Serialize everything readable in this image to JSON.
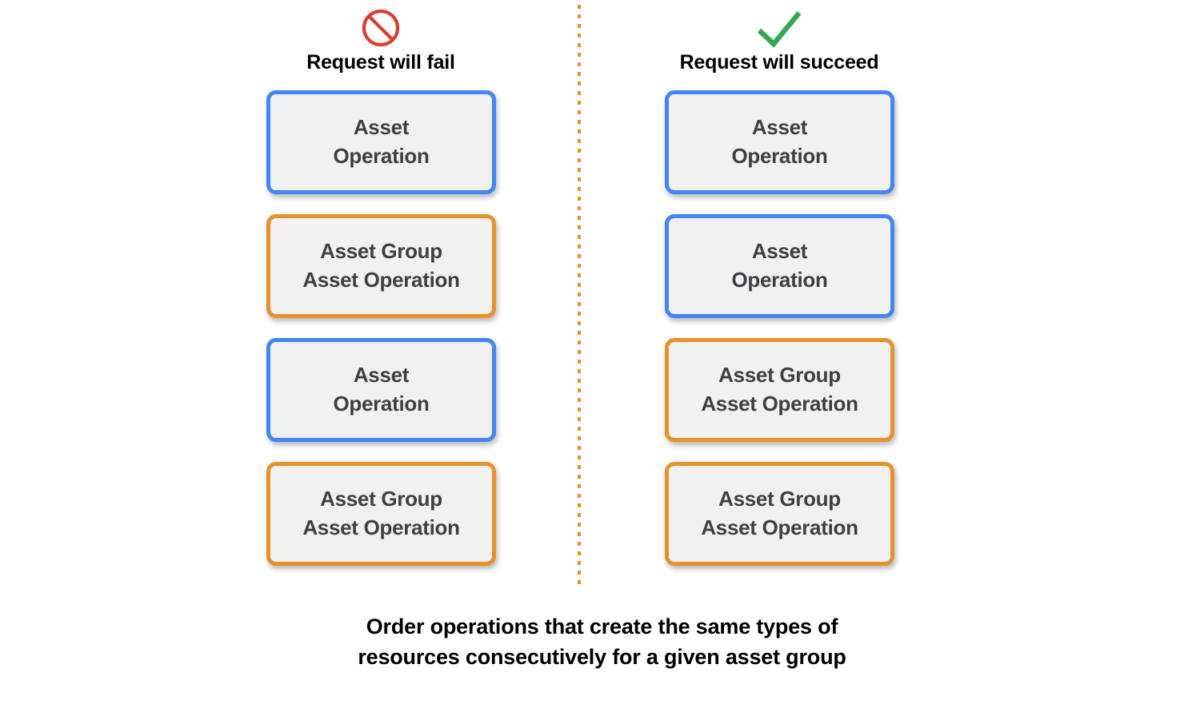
{
  "colors": {
    "asset_operation_border": "#4285f4",
    "asset_group_border": "#e8912c",
    "box_fill": "#f1f1f1",
    "box_text": "#3c4043",
    "fail_icon": "#d93d31",
    "succeed_icon": "#34a853",
    "divider": "#e8912c",
    "background": "#ffffff"
  },
  "columns": [
    {
      "id": "fail",
      "icon": "no-entry-icon",
      "title": "Request will fail",
      "boxes": [
        {
          "label": "Asset\nOperation",
          "type": "asset-operation"
        },
        {
          "label": "Asset Group\nAsset Operation",
          "type": "asset-group-asset-operation"
        },
        {
          "label": "Asset\nOperation",
          "type": "asset-operation"
        },
        {
          "label": "Asset Group\nAsset Operation",
          "type": "asset-group-asset-operation"
        }
      ]
    },
    {
      "id": "succeed",
      "icon": "check-mark-icon",
      "title": "Request will succeed",
      "boxes": [
        {
          "label": "Asset\nOperation",
          "type": "asset-operation"
        },
        {
          "label": "Asset\nOperation",
          "type": "asset-operation"
        },
        {
          "label": "Asset Group\nAsset Operation",
          "type": "asset-group-asset-operation"
        },
        {
          "label": "Asset Group\nAsset Operation",
          "type": "asset-group-asset-operation"
        }
      ]
    }
  ],
  "caption": "Order operations that create the same types of\nresources consecutively for a given asset group"
}
